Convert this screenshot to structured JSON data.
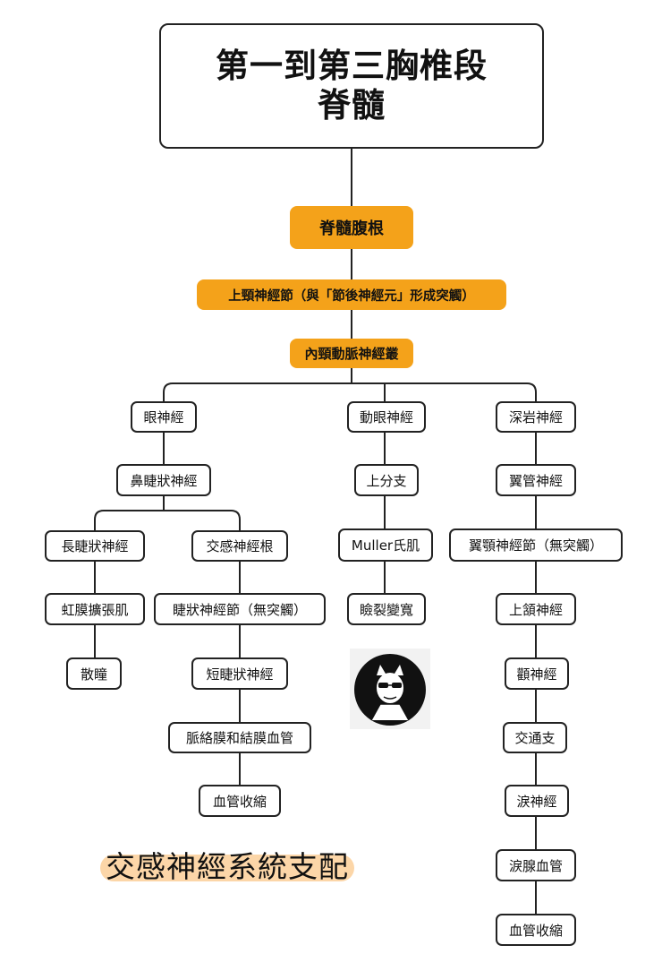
{
  "title": {
    "line1": "第一到第三胸椎段",
    "line2": "脊髓"
  },
  "nodes": {
    "ventral_root": "脊髓腹根",
    "superior_cervical_ganglion": "上頸神經節（與「節後神經元」形成突觸）",
    "internal_carotid_plexus": "內頸動脈神經叢",
    "ophthalmic_nerve": "眼神經",
    "nasociliary_nerve": "鼻睫狀神經",
    "long_ciliary_nerve": "長睫狀神經",
    "iris_dilator": "虹膜擴張肌",
    "mydriasis": "散瞳",
    "sympathetic_root": "交感神經根",
    "ciliary_ganglion": "睫狀神經節（無突觸）",
    "short_ciliary_nerve": "短睫狀神經",
    "choroid_vessels": "脈絡膜和結膜血管",
    "vasoconstriction_left": "血管收縮",
    "oculomotor_nerve": "動眼神經",
    "superior_branch": "上分支",
    "muller_muscle": "Muller氏肌",
    "palpebral_widening": "瞼裂變寬",
    "deep_petrosal_nerve": "深岩神經",
    "vidian_nerve": "翼管神經",
    "pterygopalatine_ganglion": "翼顎神經節（無突觸）",
    "maxillary_nerve": "上頷神經",
    "zygomatic_nerve": "顴神經",
    "communicating_branch": "交通支",
    "lacrimal_nerve": "淚神經",
    "lacrimal_gland_vessels": "淚腺血管",
    "vasoconstriction_right": "血管收縮"
  },
  "caption": "交感神經系統支配",
  "colors": {
    "accent": "#f4a21a",
    "highlight": "#fcd6a8",
    "line": "#222222"
  },
  "icons": {
    "avatar": "cartoon-cat-avatar-icon"
  }
}
